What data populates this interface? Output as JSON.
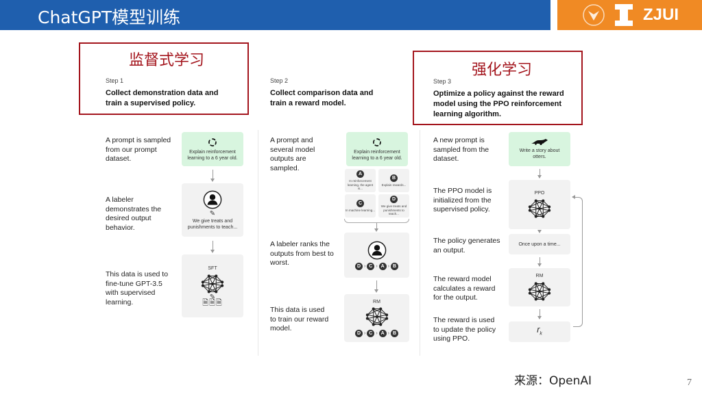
{
  "header": {
    "title": "ChatGPT模型训练",
    "brand": "ZJUI",
    "colors": {
      "header": "#1f5fae",
      "brand": "#f08a24",
      "highlight": "#a3141c",
      "prompt_card": "#d8f5df"
    }
  },
  "highlights": {
    "supervised": "监督式学习",
    "reinforcement": "强化学习"
  },
  "steps": [
    {
      "step": "Step 1",
      "heading": "Collect demonstration data and train a supervised policy.",
      "descs": [
        "A prompt is sampled from our prompt dataset.",
        "A labeler demonstrates the desired output behavior.",
        "This data is used to fine-tune GPT-3.5 with supervised learning."
      ],
      "prompt": "Explain reinforcement learning to a 6 year old.",
      "output": "We give treats and punishments to teach...",
      "model": "SFT"
    },
    {
      "step": "Step 2",
      "heading": "Collect comparison data and train a reward model.",
      "descs": [
        "A prompt and several model outputs are sampled.",
        "A labeler ranks the outputs from best to worst.",
        "This data is used to train our reward model."
      ],
      "prompt": "Explain reinforcement learning to a 6 year old.",
      "options": [
        {
          "id": "A",
          "text": "In reinforcement learning, the agent is..."
        },
        {
          "id": "B",
          "text": "Explain rewards..."
        },
        {
          "id": "C",
          "text": "In machine learning..."
        },
        {
          "id": "D",
          "text": "We give treats and punishments to teach..."
        }
      ],
      "ranking": [
        "D",
        "C",
        "A",
        "B"
      ],
      "model": "RM"
    },
    {
      "step": "Step 3",
      "heading": "Optimize a policy against the reward model using the PPO reinforcement learning algorithm.",
      "descs": [
        "A new prompt is sampled from the dataset.",
        "The PPO model is initialized from the supervised policy.",
        "The policy generates an output.",
        "The reward model calculates a reward for the output.",
        "The reward is used to update the policy using PPO."
      ],
      "prompt": "Write a story about otters.",
      "policy_model": "PPO",
      "output": "Once upon a time...",
      "reward_model": "RM",
      "reward": "r",
      "reward_sub": "k"
    }
  ],
  "footer": {
    "source": "来源：OpenAI",
    "page": "7"
  }
}
